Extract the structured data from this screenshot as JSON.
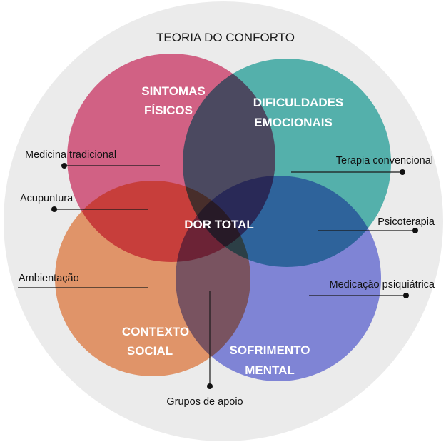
{
  "title": "TEORIA DO CONFORTO",
  "center": "DOR TOTAL",
  "circles": {
    "sintomas": {
      "line1": "SINTOMAS",
      "line2": "FÍSICOS",
      "color": "#e3698f"
    },
    "dificuldades": {
      "line1": "DIFICULDADES",
      "line2": "EMOCIONAIS",
      "color": "#5bbfba"
    },
    "contexto": {
      "line1": "CONTEXTO",
      "line2": "SOCIAL",
      "color": "#f3a172"
    },
    "sofrimento": {
      "line1": "SOFRIMENTO",
      "line2": "MENTAL",
      "color": "#8a8fe8"
    }
  },
  "background_color": "#ebebeb",
  "annotations": {
    "medicina": "Medicina tradicional",
    "acupuntura": "Acupuntura",
    "ambientacao": "Ambientação",
    "terapia": "Terapia convencional",
    "psicoterapia": "Psicoterapia",
    "medicacao": "Medicação psiquiátrica",
    "grupos": "Grupos de apoio"
  }
}
